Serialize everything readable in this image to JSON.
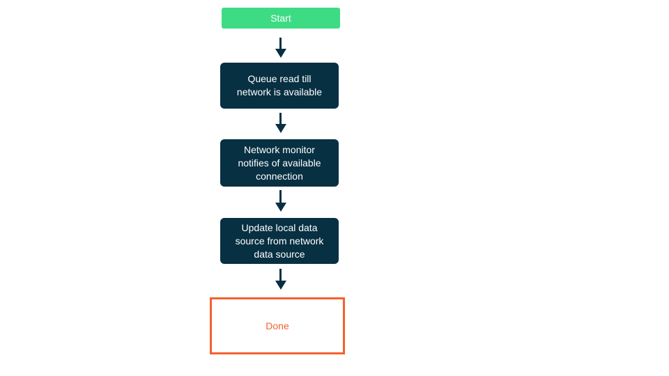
{
  "colors": {
    "background": "#ffffff",
    "start_node_fill": "#3ddc84",
    "process_node_fill": "#073042",
    "terminal_accent": "#f4612e",
    "node_text": "#ffffff",
    "arrow": "#073042"
  },
  "flowchart": {
    "type": "flowchart",
    "direction": "top-down",
    "nodes": [
      {
        "id": "start",
        "kind": "start",
        "label": "Start"
      },
      {
        "id": "queue-read",
        "kind": "process",
        "label": "Queue read till network is available"
      },
      {
        "id": "network-monitor",
        "kind": "process",
        "label": "Network monitor notifies of available connection"
      },
      {
        "id": "update-local",
        "kind": "process",
        "label": "Update local data source from network data source"
      },
      {
        "id": "done",
        "kind": "terminal",
        "label": "Done"
      }
    ],
    "edges": [
      {
        "from": "start",
        "to": "queue-read"
      },
      {
        "from": "queue-read",
        "to": "network-monitor"
      },
      {
        "from": "network-monitor",
        "to": "update-local"
      },
      {
        "from": "update-local",
        "to": "done"
      }
    ]
  }
}
